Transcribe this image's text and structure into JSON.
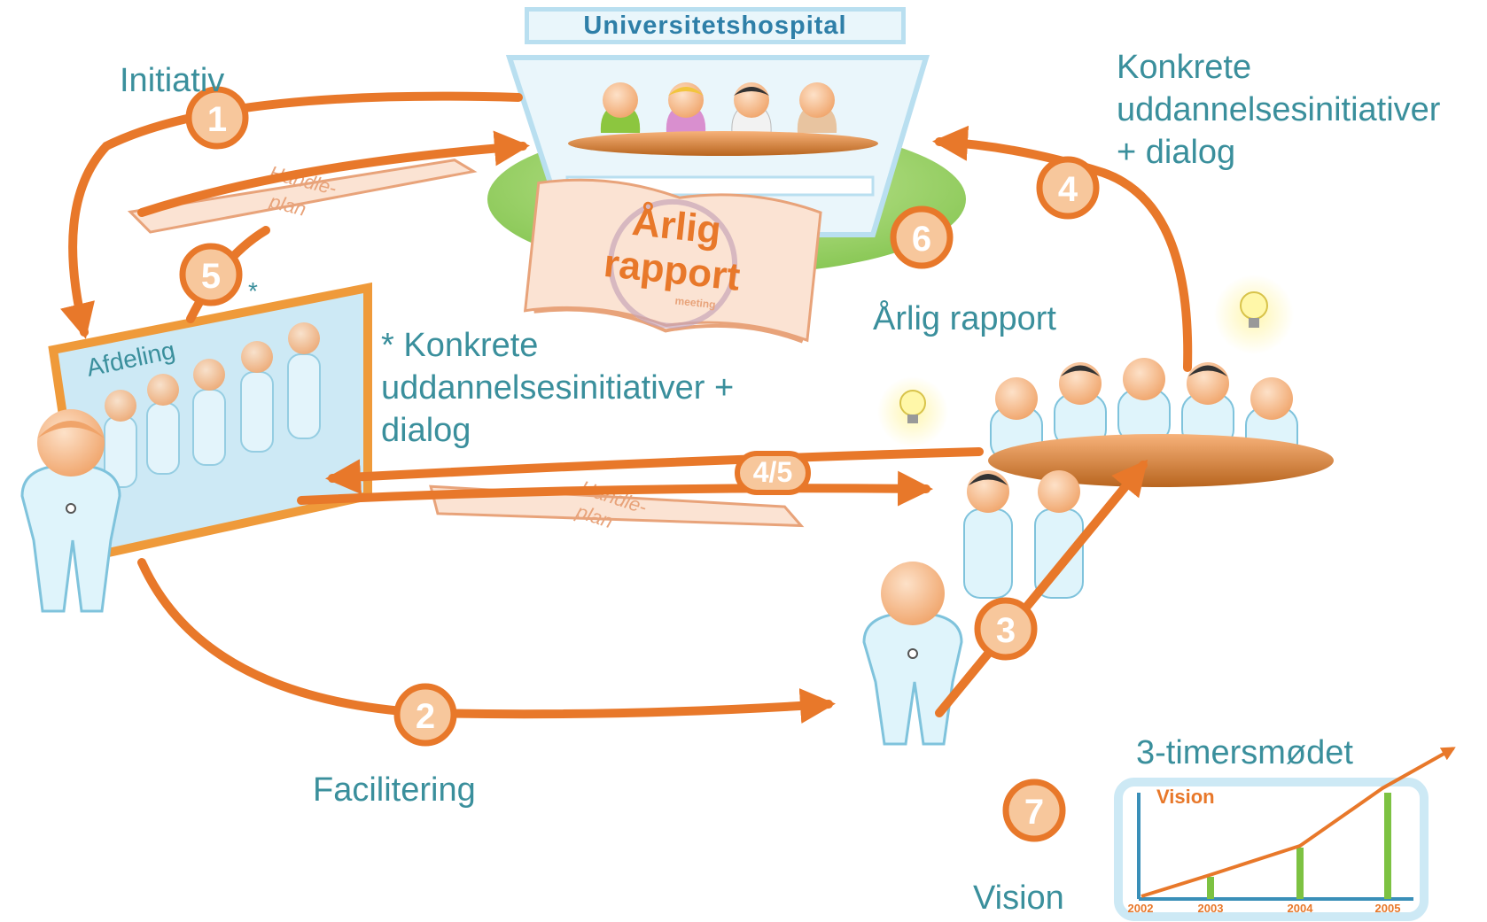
{
  "hospital": {
    "title": "Universitetshospital"
  },
  "labels": {
    "initiativ": "Initiativ",
    "konkrete_top": "Konkrete\nuddannelsesinitiativer\n+ dialog",
    "konkrete_mid": "* Konkrete\nuddannelsesinitiativer +\ndialog",
    "aarlig_rapport": "Årlig rapport",
    "facilitering": "Facilitering",
    "timersmoedet": "3-timersmødet",
    "vision": "Vision",
    "afdeling": "Afdeling",
    "asterisk": "*"
  },
  "steps": [
    "1",
    "2",
    "3",
    "4",
    "5",
    "6",
    "7",
    "4/5"
  ],
  "plans": {
    "upper": [
      "Handle-",
      "plan"
    ],
    "lower": [
      "Handle-",
      "plan"
    ]
  },
  "report": {
    "line1": "Årlig",
    "line2": "rapport",
    "stamp": "meeting"
  },
  "mini_chart": {
    "title": "Vision",
    "years": [
      "2002",
      "2003",
      "2004",
      "2005"
    ]
  },
  "colors": {
    "arrow": "#e8782a",
    "badge_fill": "#f7c79c",
    "text": "#3a8f9c",
    "figure": "#dff4fb",
    "bar": "#7dc242"
  }
}
